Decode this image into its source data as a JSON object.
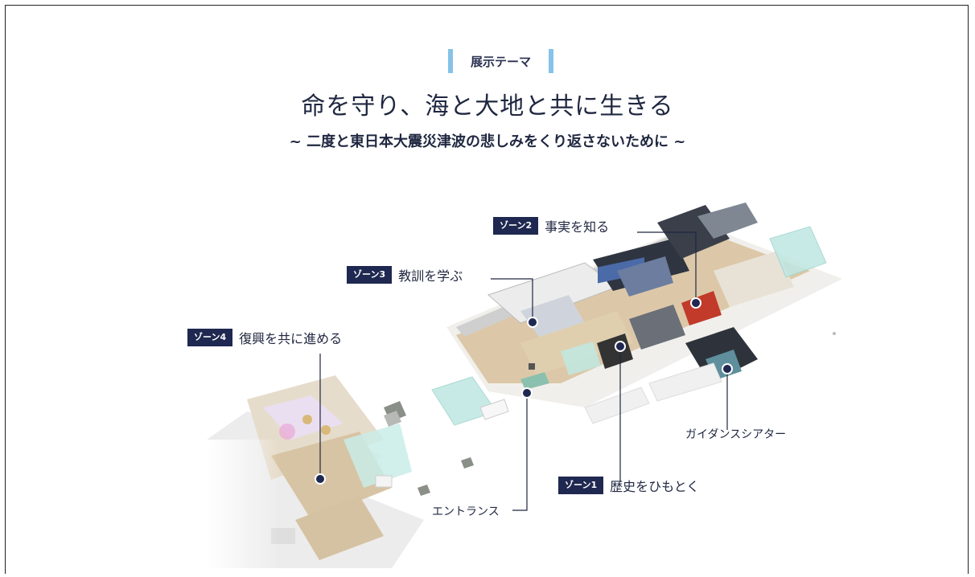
{
  "theme_label": "展示テーマ",
  "main_title": "命を守り、海と大地と共に生きる",
  "sub_title": "~ 二度と東日本大震災津波の悲しみをくり返さないために ~",
  "zones": [
    {
      "tag": "ゾーン2",
      "name": "事実を知る"
    },
    {
      "tag": "ゾーン3",
      "name": "教訓を学ぶ"
    },
    {
      "tag": "ゾーン4",
      "name": "復興を共に進める"
    },
    {
      "tag": "ゾーン1",
      "name": "歴史をひもとく"
    }
  ],
  "areas": {
    "guidance_theater": "ガイダンスシアター",
    "entrance": "エントランス"
  },
  "colors": {
    "accent_bar": "#86c3e8",
    "zone_tag_bg": "#1e2850",
    "floor": "#d9c6a6",
    "glass": "#bfe7e2"
  }
}
